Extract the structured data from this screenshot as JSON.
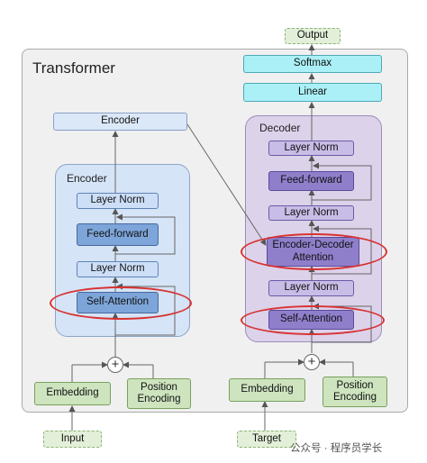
{
  "title": "Transformer",
  "output": "Output",
  "softmax": "Softmax",
  "linear": "Linear",
  "encoder_top": "Encoder",
  "encoder": {
    "label": "Encoder",
    "layer_norm_top": "Layer Norm",
    "feed_forward": "Feed-forward",
    "layer_norm_bottom": "Layer Norm",
    "self_attention": "Self-Attention"
  },
  "decoder": {
    "label": "Decoder",
    "layer_norm_1": "Layer Norm",
    "feed_forward": "Feed-forward",
    "layer_norm_2": "Layer Norm",
    "cross_attention": "Encoder-Decoder\nAttention",
    "layer_norm_3": "Layer Norm",
    "self_attention": "Self-Attention"
  },
  "inputs": {
    "embedding": "Embedding",
    "position_encoding": "Position\nEncoding",
    "input": "Input"
  },
  "targets": {
    "embedding": "Embedding",
    "position_encoding": "Position\nEncoding",
    "target": "Target"
  },
  "plus_symbol": "+",
  "watermark": "公众号 · 程序员学长",
  "colors": {
    "encoder_block": "#d5e4f6",
    "decoder_block": "#dcd2ea",
    "highlight": "#d83232",
    "linear_softmax": "#aaf0f6",
    "embedding": "#cde4bf"
  }
}
